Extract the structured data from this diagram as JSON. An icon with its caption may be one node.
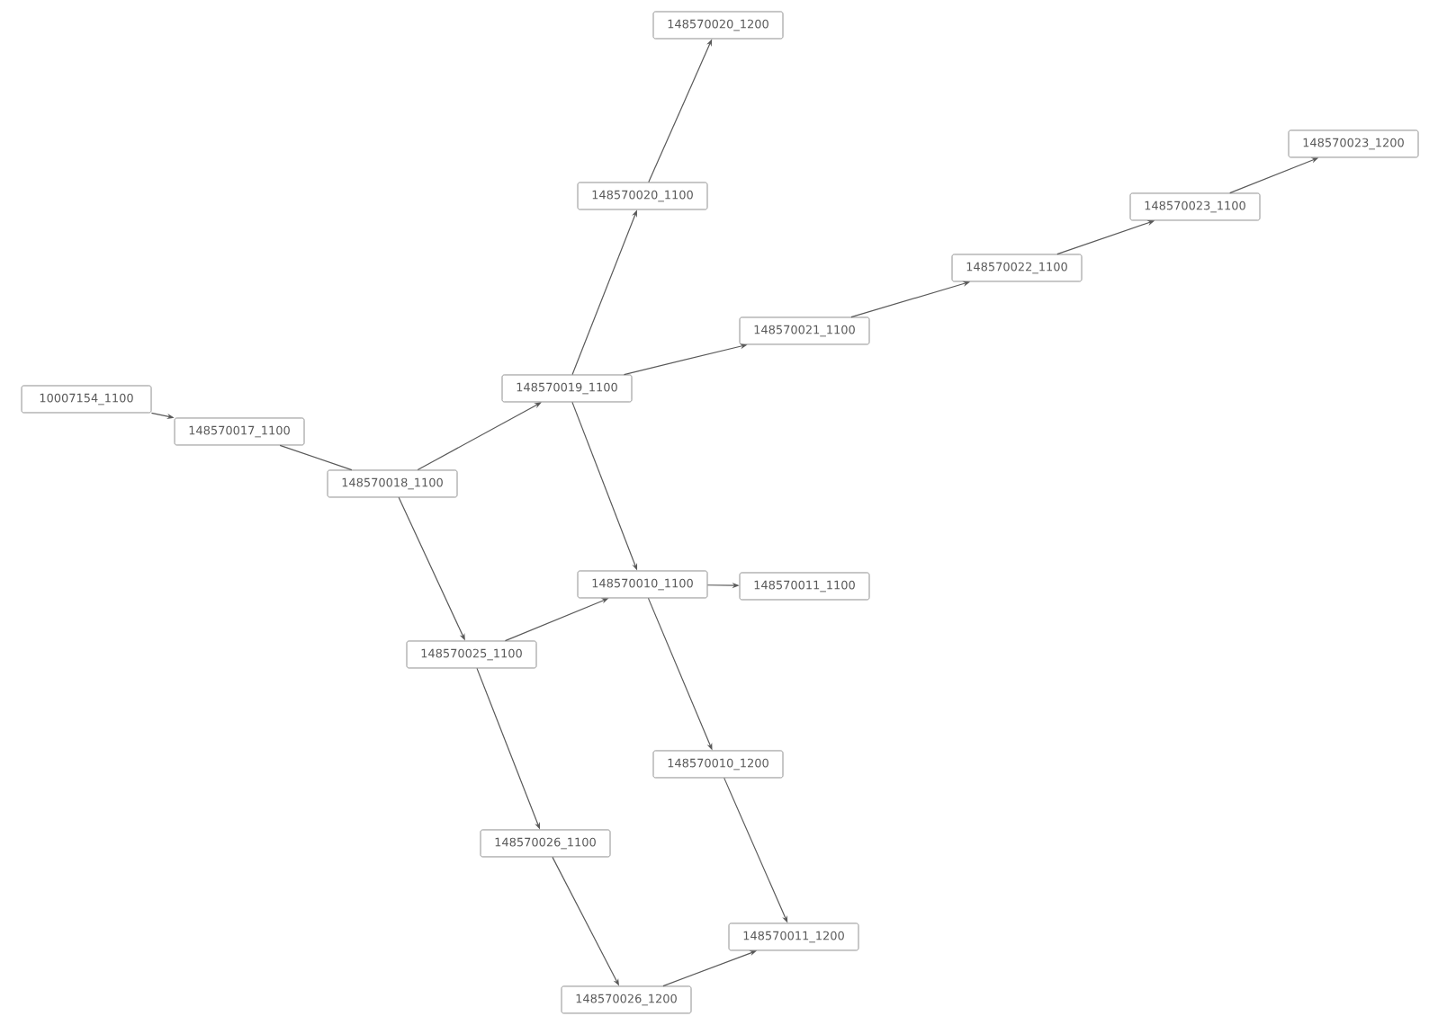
{
  "diagram": {
    "nodes": [
      {
        "text": [
          "10007154_1100"
        ]
      },
      {
        "text": [
          "148570017_1100"
        ]
      },
      {
        "text": [
          "148570018_1100"
        ]
      },
      {
        "text": [
          "148570019_1100"
        ]
      },
      {
        "text": [
          "148570020_1100"
        ]
      },
      {
        "text": [
          "148570020_1200"
        ]
      },
      {
        "text": [
          "148570021_1100"
        ]
      },
      {
        "text": [
          "148570022_1100"
        ]
      },
      {
        "text": [
          "148570023_1100"
        ]
      },
      {
        "text": [
          "148570023_1200"
        ]
      },
      {
        "text": [
          "148570010_1100"
        ]
      },
      {
        "text": [
          "148570011_1100"
        ]
      },
      {
        "text": [
          "148570025_1100"
        ]
      },
      {
        "text": [
          "148570010_1200"
        ]
      },
      {
        "text": [
          "148570026_1100"
        ]
      },
      {
        "text": [
          "148570011_1200"
        ]
      },
      {
        "text": [
          "148570026_1200"
        ]
      }
    ],
    "edges": [
      {
        "from": 0,
        "to": 1,
        "arrow": "to"
      },
      {
        "from": 1,
        "to": 2,
        "arrow": "none"
      },
      {
        "from": 2,
        "to": 3,
        "arrow": "to"
      },
      {
        "from": 3,
        "to": 4,
        "arrow": "to"
      },
      {
        "from": 4,
        "to": 5,
        "arrow": "to"
      },
      {
        "from": 3,
        "to": 6,
        "arrow": "to"
      },
      {
        "from": 6,
        "to": 7,
        "arrow": "to"
      },
      {
        "from": 7,
        "to": 8,
        "arrow": "to"
      },
      {
        "from": 8,
        "to": 9,
        "arrow": "to"
      },
      {
        "from": 3,
        "to": 10,
        "arrow": "to"
      },
      {
        "from": 2,
        "to": 12,
        "arrow": "to"
      },
      {
        "from": 12,
        "to": 10,
        "arrow": "to"
      },
      {
        "from": 10,
        "to": 11,
        "arrow": "to"
      },
      {
        "from": 10,
        "to": 13,
        "arrow": "to"
      },
      {
        "from": 13,
        "to": 15,
        "arrow": "to"
      },
      {
        "from": 12,
        "to": 14,
        "arrow": "to"
      },
      {
        "from": 14,
        "to": 16,
        "arrow": "to"
      },
      {
        "from": 16,
        "to": 15,
        "arrow": "to"
      }
    ]
  }
}
